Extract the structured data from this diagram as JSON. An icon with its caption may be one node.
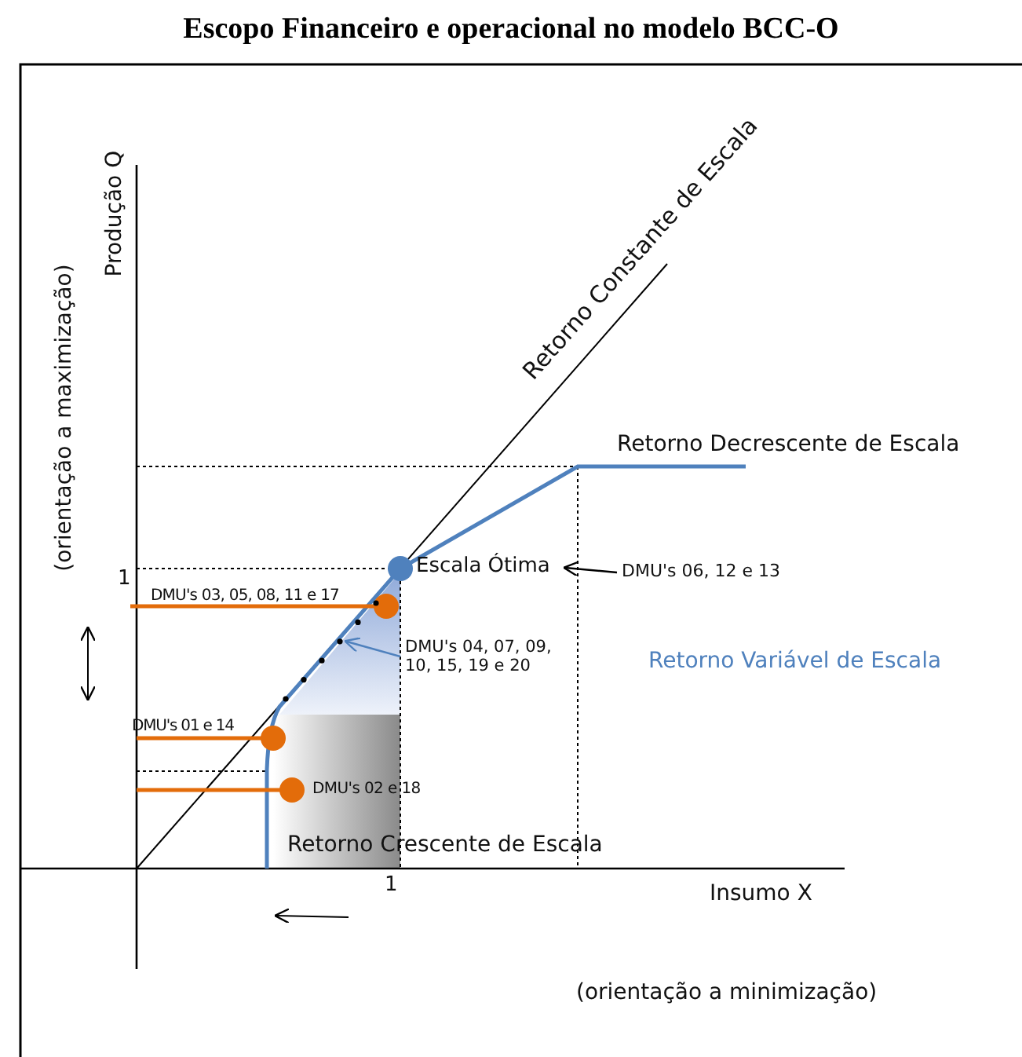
{
  "diagram": {
    "title": "Escopo Financeiro e operacional no modelo BCC-O",
    "nodes": [
      {
        "text": [
          "Escala Ótima"
        ]
      },
      {
        "text": [
          "DMU's 06, 12 e 13"
        ]
      },
      {
        "text": [
          "DMU's 04, 07, 09, 10, 15, 19 e 20"
        ]
      },
      {
        "text": [],
        "shape": "line"
      }
    ],
    "edges": [
      {
        "from": 1,
        "to": 0,
        "arrow": "to"
      },
      {
        "from": 2,
        "to": 3,
        "arrow": "to",
        "color": "#4f81bd"
      }
    ],
    "labels": [
      "Retorno Constante de Escala",
      "Produção Q",
      "(orientação a maximização)",
      "Retorno Decrescente de Escala",
      "1",
      "DMU's 03, 05, 08, 11 e 17",
      "Retorno Variável de Escala",
      "DMU's 01 e 14",
      "DMU's 02 e 18",
      "Retorno Crescente de Escala",
      "1",
      "Insumo X",
      "(orientação a minimização)"
    ]
  }
}
